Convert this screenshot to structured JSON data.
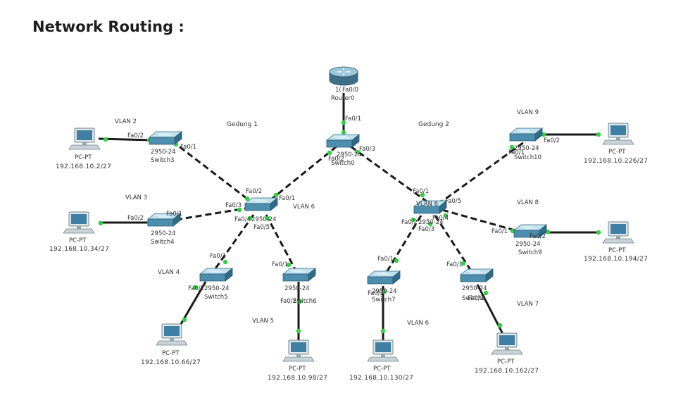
{
  "title": "Network Routing :",
  "areas": {
    "gedung1": "Gedung 1",
    "gedung2": "Gedung 2"
  },
  "vlans": {
    "v2": "VLAN 2",
    "v3": "VLAN 3",
    "v4": "VLAN 4",
    "v5": "VLAN 5",
    "v6_left": "VLAN 6",
    "v6_sw7": "VLAN 6",
    "v6_right": "VLAN 6",
    "v7": "VLAN 7",
    "v8": "VLAN 8",
    "v9": "VLAN 9"
  },
  "router": {
    "name": "Router0",
    "model_prefix": "1(",
    "port": "Fa0/0"
  },
  "switches": {
    "switch0": {
      "name": "Switch0",
      "model": "2950-24"
    },
    "switch1": {
      "model": "2950-24"
    },
    "switch2": {
      "model": "2950-24"
    },
    "switch3": {
      "name": "Switch3",
      "model": "2950-24"
    },
    "switch4": {
      "name": "Switch4",
      "model": "2950-24"
    },
    "switch5": {
      "name": "Switch5",
      "model": "2950-24"
    },
    "switch6": {
      "name": "Switch6",
      "model": "2950-24"
    },
    "switch7": {
      "name": "Switch7",
      "model": "2950-24"
    },
    "switch8": {
      "name": "Switch8",
      "model": "2950-24"
    },
    "switch9": {
      "name": "Switch9",
      "model": "2950-24"
    },
    "switch10": {
      "name": "Switch10",
      "model": "2950-24"
    }
  },
  "pcs": [
    {
      "label": "PC-PT",
      "ip": "192.168.10.2/27"
    },
    {
      "label": "PC-PT",
      "ip": "192.168.10.34/27"
    },
    {
      "label": "PC-PT",
      "ip": "192.168.10.66/27"
    },
    {
      "label": "PC-PT",
      "ip": "192.168.10.98/27"
    },
    {
      "label": "PC-PT",
      "ip": "192.168.10.130/27"
    },
    {
      "label": "PC-PT",
      "ip": "192.168.10.162/27"
    },
    {
      "label": "PC-PT",
      "ip": "192.168.10.194/27"
    },
    {
      "label": "PC-PT",
      "ip": "192.168.10.226/27"
    }
  ],
  "ports": {
    "r0_down": "Fa0/1",
    "sw0_left": "Fa0/2",
    "sw0_right": "Fa0/3",
    "sw1_up": "Fa0/2",
    "sw1_upr": "Fa0/1",
    "sw1_left": "Fa0/3",
    "sw1_dl": "Fa0/4",
    "sw1_dr": "Fa0/5",
    "sw3_pc": "Fa0/2",
    "sw3_up": "Fa0/1",
    "sw4_pc": "Fa0/2",
    "sw4_up": "Fa0/1",
    "sw5_up": "Fa0/1",
    "sw5_pc": "Fa0/2",
    "sw6_up": "Fa0/1",
    "sw6_pc": "Fa0/2",
    "sw2_up": "Fa0/1",
    "sw2_r": "Fa0/5",
    "sw2_rl": "Fa0/4",
    "sw2_dl": "Fa0/2",
    "sw2_dr": "Fa0/3",
    "sw7_up": "Fa0/1",
    "sw7_pc": "Fa0/2",
    "sw8_up": "Fa0/1",
    "sw8_pc": "Fa0/2",
    "sw9_l": "Fa0/1",
    "sw9_pc": "Fa0/2",
    "sw10_l": "Fa0/1",
    "sw10_pc": "Fa0/2"
  }
}
